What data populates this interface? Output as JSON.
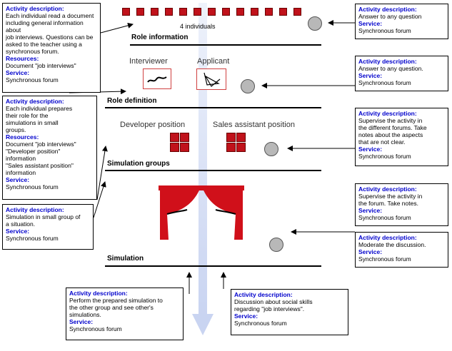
{
  "top": {
    "individuals_label": "4 individuals"
  },
  "phases": {
    "role_information": "Role information",
    "role_definition": "Role definition",
    "simulation_groups": "Simulation groups",
    "simulation": "Simulation"
  },
  "roles": {
    "interviewer": "Interviewer",
    "applicant": "Applicant"
  },
  "positions": {
    "developer": "Developer position",
    "sales": "Sales assistant position"
  },
  "labels": {
    "activity": "Activity description:",
    "resources": "Resources:",
    "service": "Service:"
  },
  "left_boxes": [
    {
      "activity": "Each individual read a document\nincluding general information about\njob interviews. Questions can be\nasked to the teacher using a\nsynchronous forum.",
      "resources": "Document \"job interviews\"",
      "service": "Synchronous forum"
    },
    {
      "activity": "Each individual prepares\ntheir role for the\nsimulations in small\ngroups.",
      "resources": "Document \"job interviews\"\n\"Developer position\"\ninformation\n\"Sales assistant position\"\ninformation",
      "service": "Synchronous forum"
    },
    {
      "activity": "Simulation in small group of\na situation.",
      "service": "Synchronous forum"
    }
  ],
  "right_boxes": [
    {
      "activity": "Answer to any question",
      "service": "Synchronous forum"
    },
    {
      "activity": "Answer to any question.",
      "service": "Synchronous forum"
    },
    {
      "activity": "Supervise the activity in\nthe different forums. Take\nnotes about the aspects\nthat are not clear.",
      "service": "Synchronous forum"
    },
    {
      "activity": "Supervise the activity in\nthe forum. Take notes.",
      "service": "Synchronous forum"
    },
    {
      "activity": "Moderate the discussion.",
      "service": "Synchronous forum"
    }
  ],
  "bottom_boxes": [
    {
      "activity": "Perform the prepared simulation to\nthe other group and see other's\nsimulations.",
      "service": "Synchronous forum"
    },
    {
      "activity": "Discussion about social skills\nregarding \"job interviews\".",
      "service": "Synchronous forum"
    }
  ]
}
